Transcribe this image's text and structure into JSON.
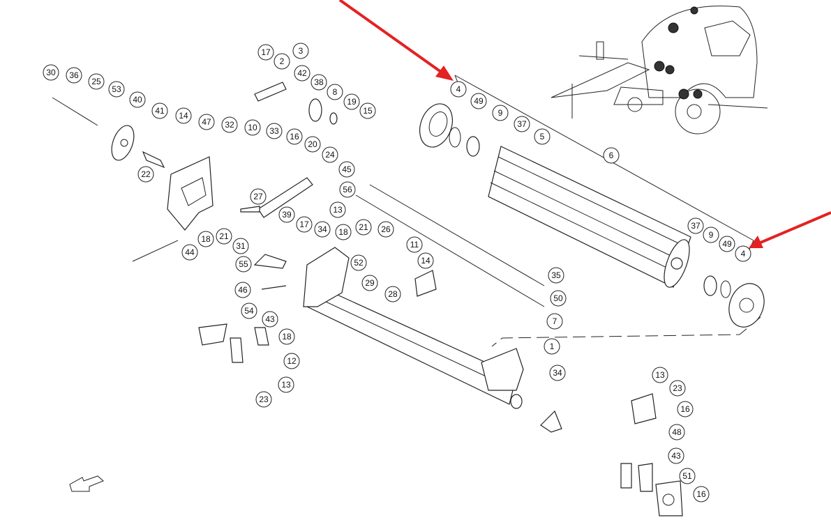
{
  "diagram": {
    "title": "Exploded parts diagram - roller assembly",
    "callouts": [
      "30",
      "36",
      "25",
      "53",
      "40",
      "41",
      "22",
      "14",
      "47",
      "17",
      "2",
      "3",
      "42",
      "38",
      "8",
      "19",
      "15",
      "32",
      "10",
      "33",
      "16",
      "20",
      "24",
      "45",
      "56",
      "13",
      "27",
      "39",
      "17",
      "34",
      "18",
      "21",
      "18",
      "21",
      "26",
      "11",
      "52",
      "29",
      "28",
      "14",
      "31",
      "55",
      "44",
      "46",
      "54",
      "43",
      "12",
      "13",
      "23",
      "18",
      "4",
      "49",
      "9",
      "37",
      "5",
      "6",
      "35",
      "50",
      "7",
      "37",
      "9",
      "49",
      "4",
      "1",
      "34",
      "13",
      "23",
      "16",
      "48",
      "43",
      "51",
      "16"
    ],
    "highlight_color": "#e32222"
  }
}
